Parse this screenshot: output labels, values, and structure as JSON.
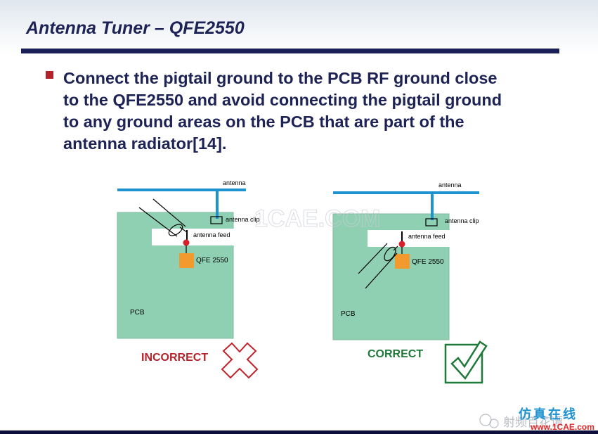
{
  "slide": {
    "title": "Antenna Tuner – QFE2550",
    "bullet_lines": [
      "Connect the pigtail ground to the PCB RF ground close",
      "to the QFE2550 and avoid connecting the pigtail ground",
      "to any ground areas on the PCB that are part of the",
      "antenna radiator[14]."
    ]
  },
  "diagrams": {
    "incorrect": {
      "antenna": "antenna",
      "antenna_clip": "antenna clip",
      "antenna_feed": "antenna feed",
      "chip": "QFE 2550",
      "pcb": "PCB",
      "verdict": "INCORRECT"
    },
    "correct": {
      "antenna": "antenna",
      "antenna_clip": "antenna clip",
      "antenna_feed": "antenna feed",
      "chip": "QFE 2550",
      "pcb": "PCB",
      "verdict": "CORRECT"
    }
  },
  "watermarks": {
    "center": "1CAE.COM",
    "brand_top": "仿真在线",
    "brand_bottom": "www.1CAE.com",
    "wechat": "射频百花谭"
  },
  "colors": {
    "title": "#1e2356",
    "rule": "#1b1f57",
    "bullet": "#b3232b",
    "pcb": "#8fd0b3",
    "antenna": "#1f93cf",
    "chip": "#f29a2e",
    "feed_dot": "#d9202a",
    "incorrect": "#b3232b",
    "correct": "#1f7a3a"
  }
}
